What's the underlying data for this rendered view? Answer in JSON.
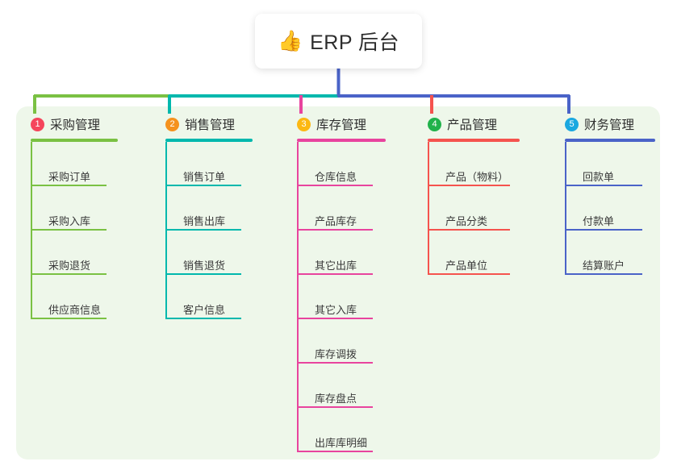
{
  "root": {
    "icon": "thumbs-up-icon",
    "icon_glyph": "👍",
    "label": "ERP 后台"
  },
  "theme": {
    "page_background": "#ffffff",
    "panel_background": "#eef7ea",
    "card_background": "#ffffff",
    "text_color": "#2f2f2f"
  },
  "columns": [
    {
      "number": "1",
      "title": "采购管理",
      "badge_color": "#f5455c",
      "line_color": "#7ac143",
      "items": [
        {
          "label": "采购订单"
        },
        {
          "label": "采购入库"
        },
        {
          "label": "采购退货"
        },
        {
          "label": "供应商信息"
        }
      ]
    },
    {
      "number": "2",
      "title": "销售管理",
      "badge_color": "#f5921e",
      "line_color": "#00b8ad",
      "items": [
        {
          "label": "销售订单"
        },
        {
          "label": "销售出库"
        },
        {
          "label": "销售退货"
        },
        {
          "label": "客户信息"
        }
      ]
    },
    {
      "number": "3",
      "title": "库存管理",
      "badge_color": "#fcb813",
      "line_color": "#e8449e",
      "items": [
        {
          "label": "仓库信息"
        },
        {
          "label": "产品库存"
        },
        {
          "label": "其它出库"
        },
        {
          "label": "其它入库"
        },
        {
          "label": "库存调拨"
        },
        {
          "label": "库存盘点"
        },
        {
          "label": "出库库明细"
        }
      ]
    },
    {
      "number": "4",
      "title": "产品管理",
      "badge_color": "#21b24b",
      "line_color": "#f5534e",
      "items": [
        {
          "label": "产品（物料）"
        },
        {
          "label": "产品分类"
        },
        {
          "label": "产品单位"
        }
      ]
    },
    {
      "number": "5",
      "title": "财务管理",
      "badge_color": "#1ba8e0",
      "line_color": "#4a63c8",
      "items": [
        {
          "label": "回款单"
        },
        {
          "label": "付款单"
        },
        {
          "label": "结算账户"
        }
      ]
    }
  ],
  "connector": {
    "trunk_color": "#4a63c8",
    "segment_colors": [
      "#7ac143",
      "#00b8ad",
      "#4a63c8"
    ]
  }
}
